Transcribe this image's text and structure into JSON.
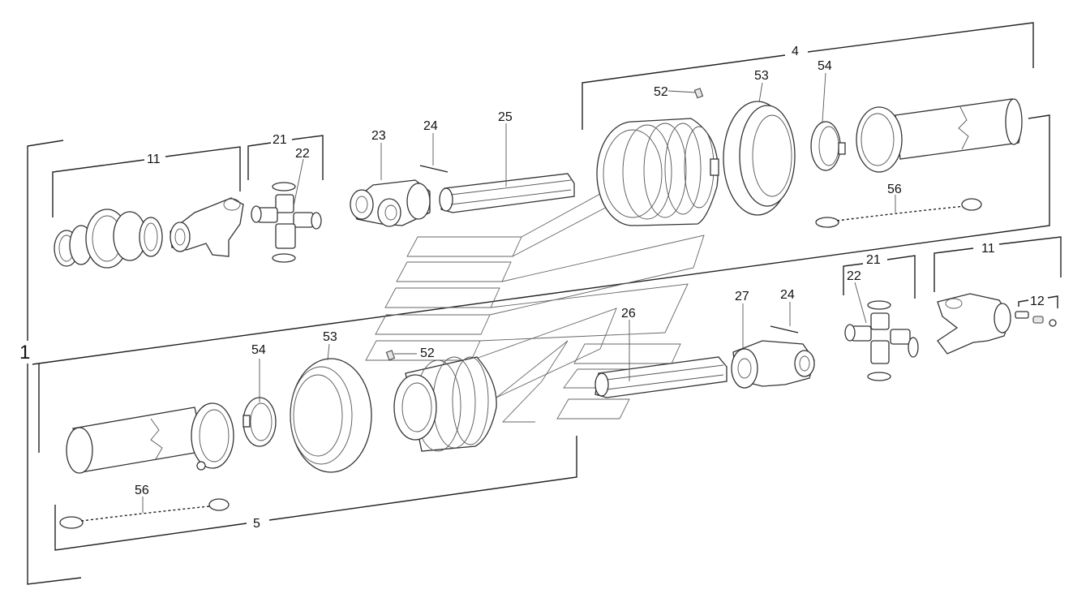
{
  "labels": {
    "l1": "1",
    "l4": "4",
    "l5": "5",
    "l11a": "11",
    "l11b": "11",
    "l12": "12",
    "l21a": "21",
    "l21b": "21",
    "l22a": "22",
    "l22b": "22",
    "l23": "23",
    "l24a": "24",
    "l24b": "24",
    "l25": "25",
    "l26": "26",
    "l27": "27",
    "l52a": "52",
    "l52b": "52",
    "l53a": "53",
    "l53b": "53",
    "l54a": "54",
    "l54b": "54",
    "l56a": "56",
    "l56b": "56"
  }
}
